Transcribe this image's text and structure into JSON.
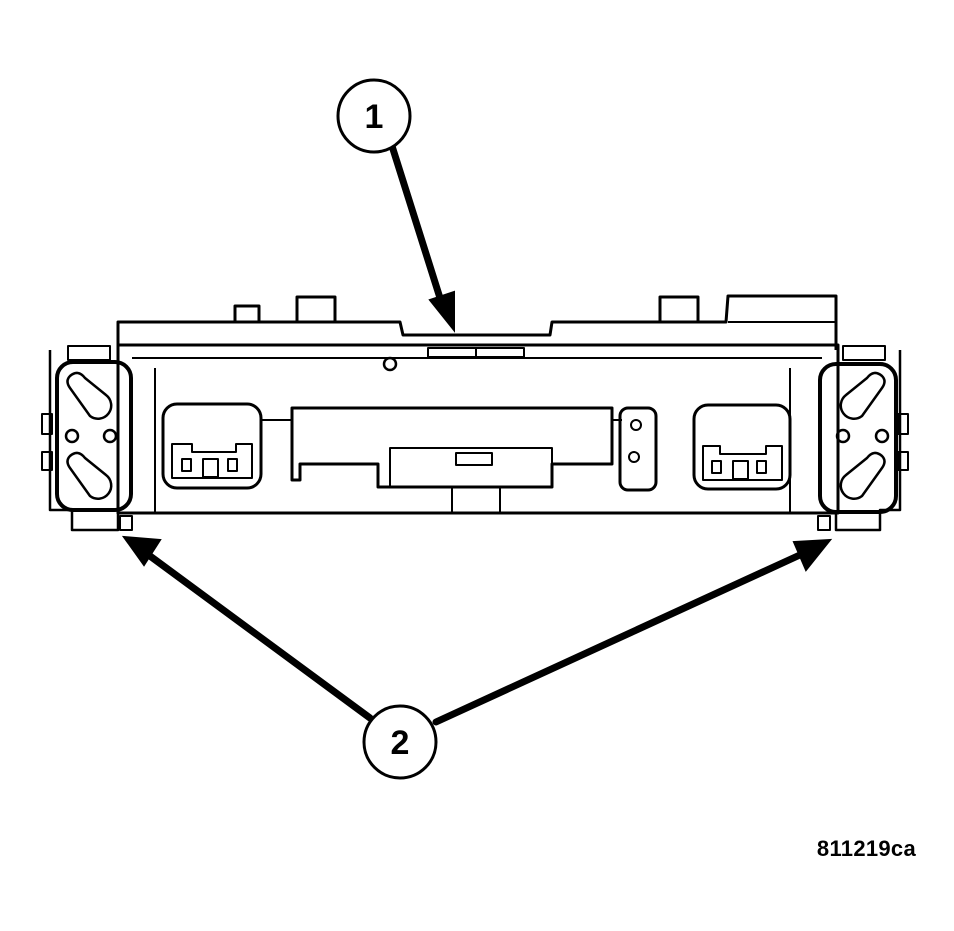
{
  "callouts": [
    {
      "label": "1"
    },
    {
      "label": "2"
    }
  ],
  "figure_id": "811219ca",
  "colors": {
    "ink": "#000000",
    "paper": "#ffffff"
  }
}
